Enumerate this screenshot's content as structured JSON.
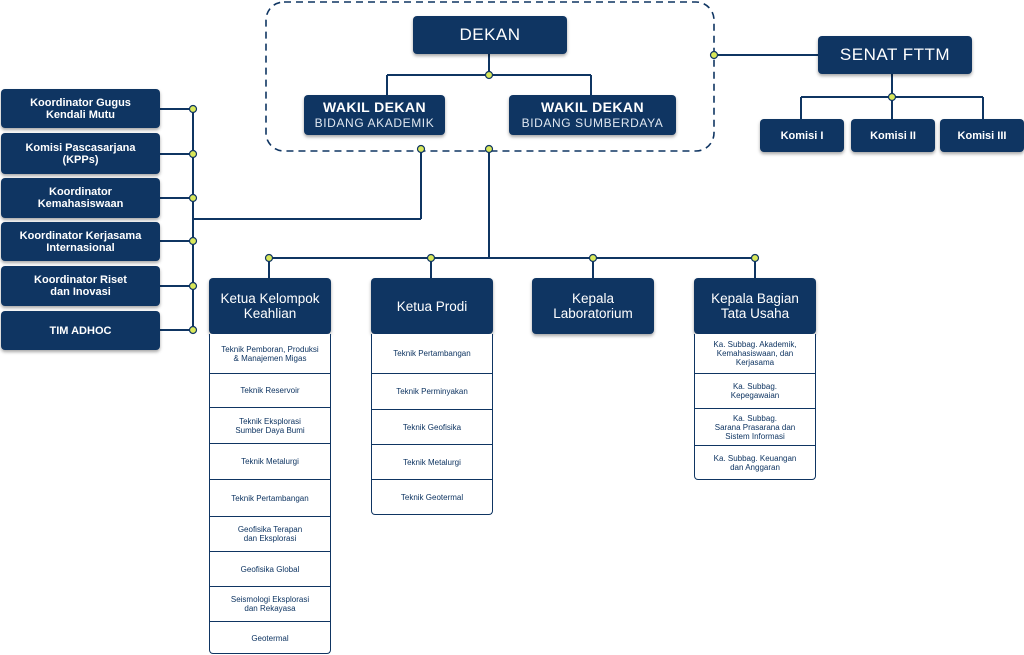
{
  "colors": {
    "navy": "#0f3562",
    "connector": "#d9e85a",
    "line": "#0f3562"
  },
  "top": {
    "dekan": "DEKAN",
    "wakil_akademik": {
      "line1": "WAKIL DEKAN",
      "line2": "BIDANG AKADEMIK"
    },
    "wakil_sumberdaya": {
      "line1": "WAKIL DEKAN",
      "line2": "BIDANG SUMBERDAYA"
    }
  },
  "senat": {
    "title": "SENAT FTTM",
    "komisi": [
      "Komisi I",
      "Komisi II",
      "Komisi III"
    ]
  },
  "side": [
    "Koordinator Gugus\nKendali Mutu",
    "Komisi Pascasarjana\n(KPPs)",
    "Koordinator\nKemahasiswaan",
    "Koordinator Kerjasama\nInternasional",
    "Koordinator Riset\ndan Inovasi",
    "TIM ADHOC"
  ],
  "columns": {
    "kk": {
      "title": "Ketua Kelompok\nKeahlian",
      "items": [
        "Teknik Pemboran, Produksi\n& Manajemen Migas",
        "Teknik Reservoir",
        "Teknik Eksplorasi\nSumber Daya Bumi",
        "Teknik Metalurgi",
        "Teknik Pertambangan",
        "Geofisika Terapan\ndan Eksplorasi",
        "Geofisika Global",
        "Seismologi Eksplorasi\ndan Rekayasa",
        "Geotermal"
      ]
    },
    "prodi": {
      "title": "Ketua Prodi",
      "items": [
        "Teknik Pertambangan",
        "Teknik Perminyakan",
        "Teknik Geofisika",
        "Teknik Metalurgi",
        "Teknik Geotermal"
      ]
    },
    "lab": {
      "title": "Kepala\nLaboratorium"
    },
    "tu": {
      "title": "Kepala Bagian\nTata Usaha",
      "items": [
        "Ka. Subbag. Akademik,\nKemahasiswaan, dan\nKerjasama",
        "Ka. Subbag.\nKepegawaian",
        "Ka. Subbag.\nSarana Prasarana dan\nSistem Informasi",
        "Ka. Subbag. Keuangan\ndan Anggaran"
      ]
    }
  }
}
